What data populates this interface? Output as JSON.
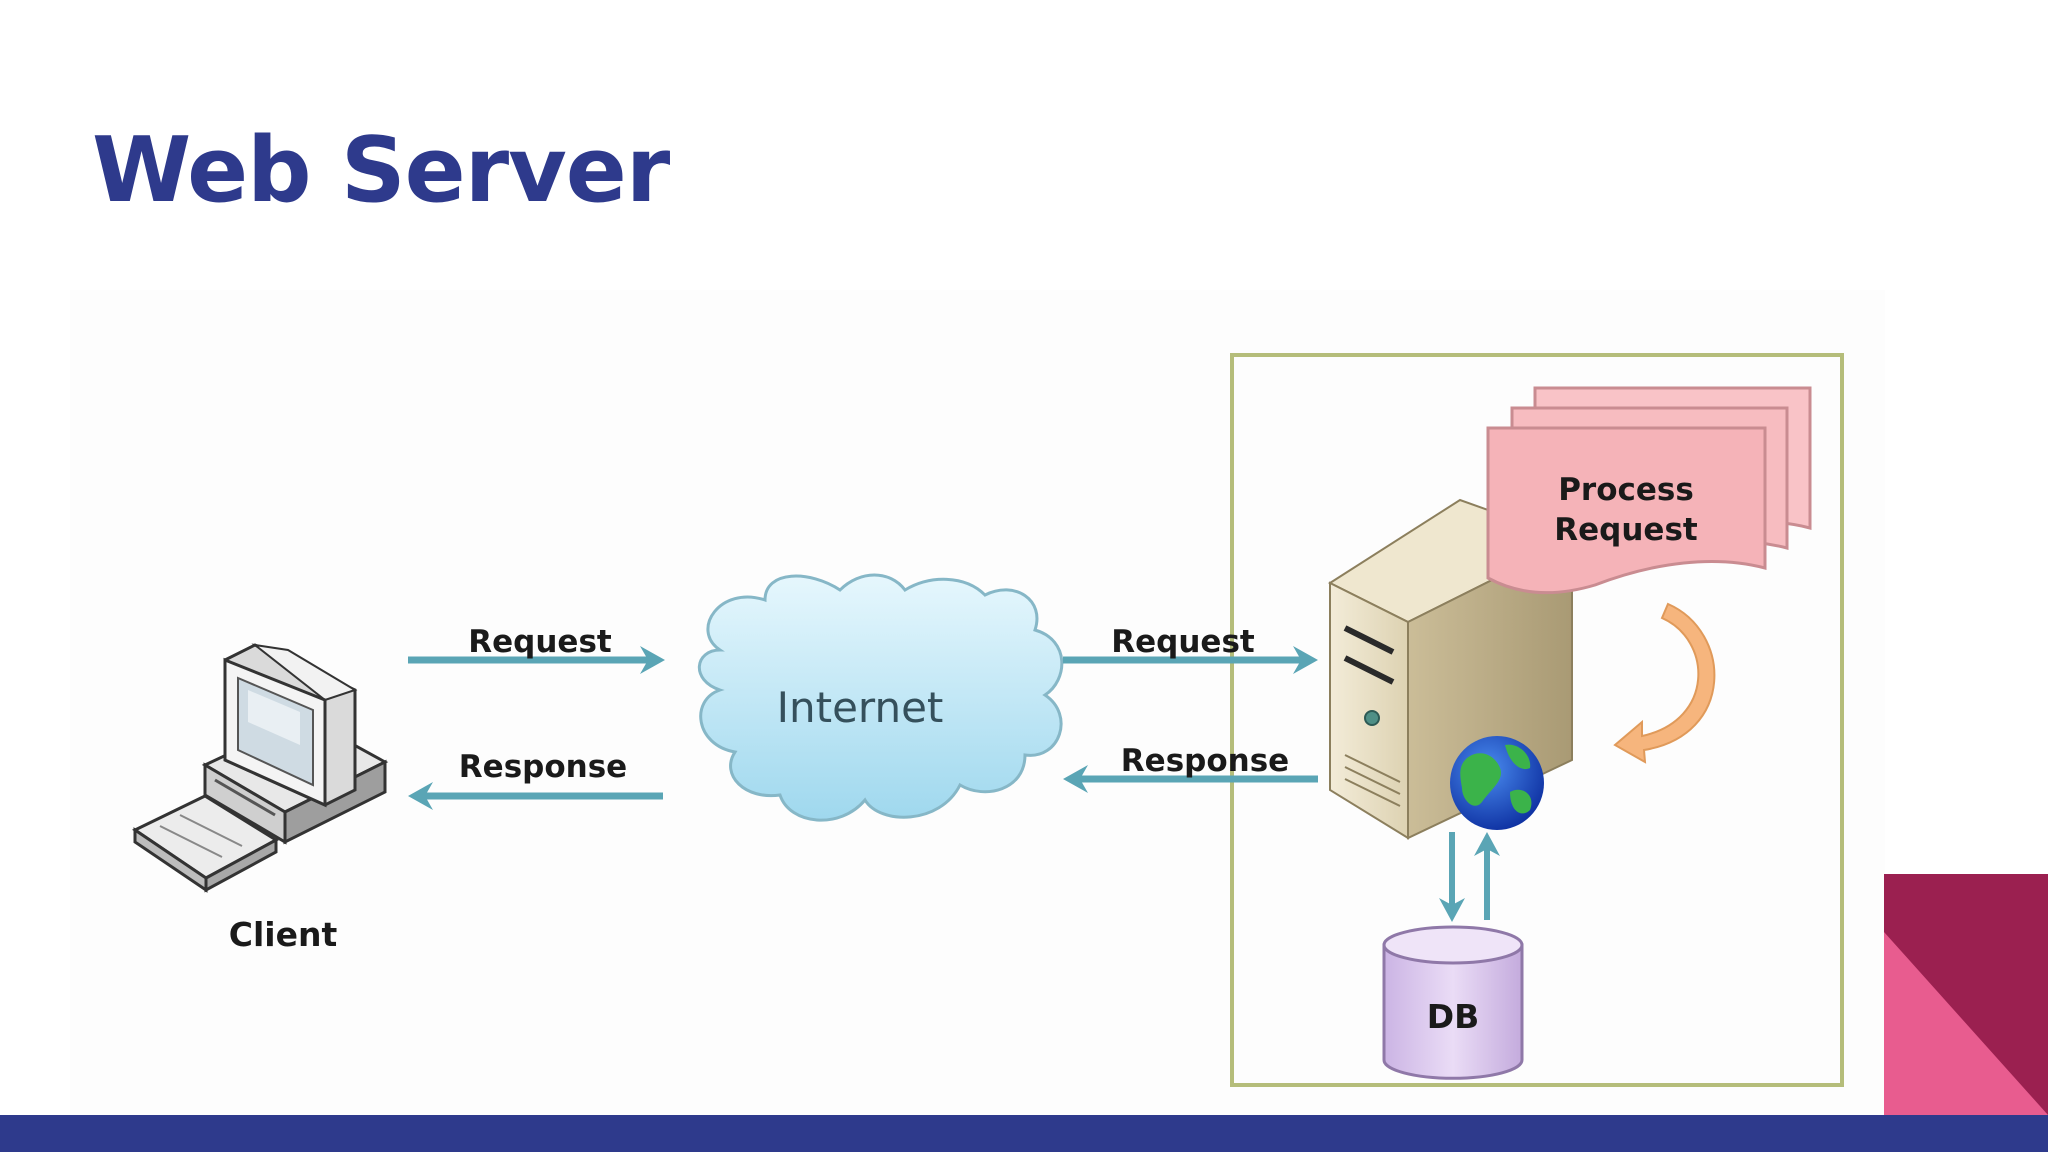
{
  "slide": {
    "title": "Web Server"
  },
  "diagram": {
    "client_label": "Client",
    "left_request_label": "Request",
    "left_response_label": "Response",
    "internet_label": "Internet",
    "right_request_label": "Request",
    "right_response_label": "Response",
    "process_label_line1": "Process",
    "process_label_line2": "Request",
    "db_label": "DB"
  },
  "colors": {
    "title": "#2e3a8c",
    "footer": "#2e3a8c",
    "accent_dark": "#9b2050",
    "accent_pink": "#e85c8f",
    "arrow": "#5aa5b5",
    "server_box_border": "#b5bd7a",
    "cloud": "#c9ecf8",
    "process_doc": "#f7b8bd",
    "db": "#dcc8ef"
  }
}
